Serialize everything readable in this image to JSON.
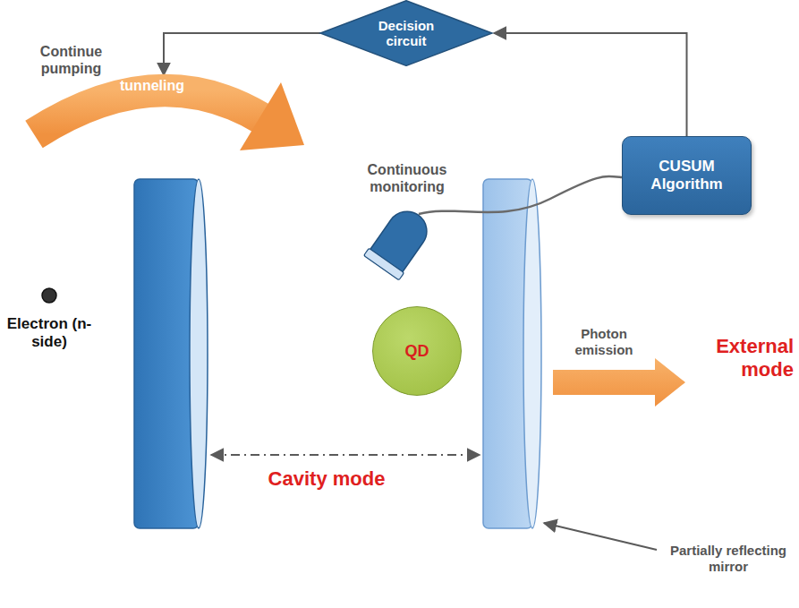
{
  "diagram": {
    "nodes": [
      {
        "text": [
          "Decision circuit"
        ]
      },
      {
        "text": [
          "CUSUM Algorithm"
        ]
      },
      {
        "text": [
          "QD"
        ]
      }
    ],
    "edges": [
      {
        "from": 1,
        "to": 0,
        "arrow": "to"
      }
    ],
    "labels": [
      "Continue pumping",
      "tunneling",
      "Continuous monitoring",
      "Electron (n-side)",
      "Photon emission",
      "External mode",
      "Cavity mode",
      "Partially reflecting mirror"
    ]
  }
}
